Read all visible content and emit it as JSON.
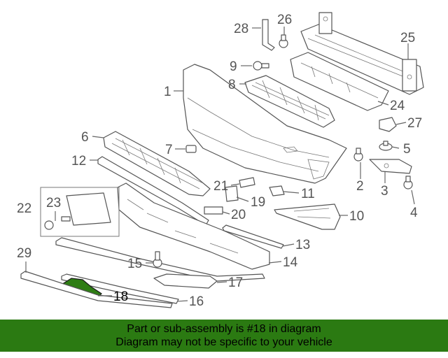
{
  "diagram": {
    "callouts": {
      "c1": "1",
      "c2": "2",
      "c3": "3",
      "c4": "4",
      "c5": "5",
      "c6": "6",
      "c7": "7",
      "c8": "8",
      "c9": "9",
      "c10": "10",
      "c11": "11",
      "c12": "12",
      "c13": "13",
      "c14": "14",
      "c15": "15",
      "c16": "16",
      "c17": "17",
      "c18": "18",
      "c19": "19",
      "c20": "20",
      "c21": "21",
      "c22": "22",
      "c23": "23",
      "c24": "24",
      "c25": "25",
      "c26": "26",
      "c27": "27",
      "c28": "28",
      "c29": "29"
    },
    "highlight_part": "18",
    "highlight_color": "#2e7d14",
    "line_color": "#555555"
  },
  "banner": {
    "line1": "Part or sub-assembly is #18 in diagram",
    "line2": "Diagram may not be specific to your vehicle",
    "color": "#2b7a12"
  }
}
